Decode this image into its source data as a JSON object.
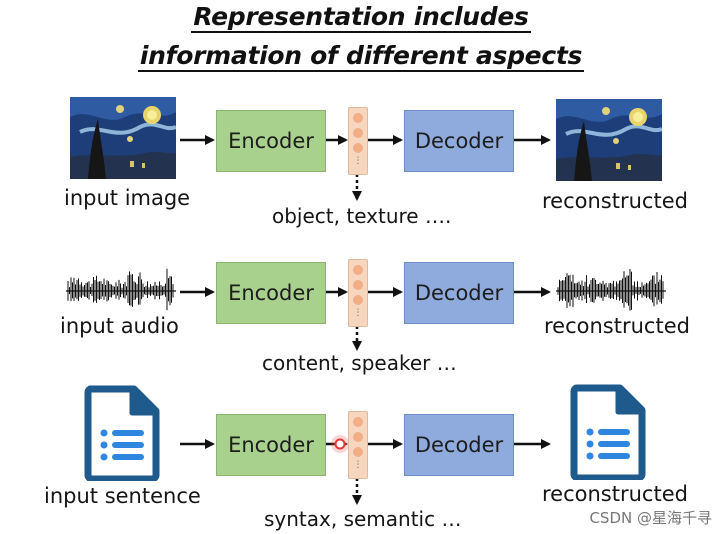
{
  "title": {
    "line1": "Representation includes",
    "line2": "information of different aspects"
  },
  "rows": [
    {
      "input_label": "input image",
      "encoder_label": "Encoder",
      "decoder_label": "Decoder",
      "output_label": "reconstructed",
      "caption": "object, texture …."
    },
    {
      "input_label": "input audio",
      "encoder_label": "Encoder",
      "decoder_label": "Decoder",
      "output_label": "reconstructed",
      "caption": "content, speaker …"
    },
    {
      "input_label": "input sentence",
      "encoder_label": "Encoder",
      "decoder_label": "Decoder",
      "output_label": "reconstructed",
      "caption": "syntax, semantic …"
    }
  ],
  "watermark": "CSDN @星海千寻",
  "colors": {
    "encoder": "#a9d18e",
    "decoder": "#8faadc",
    "code": "#f6d6bf",
    "code_unit": "#f2ae84",
    "doc_icon": "#1f5a8c",
    "highlight": "#e53935"
  },
  "icons": [
    "starry-night-painting",
    "audio-waveform",
    "document-icon"
  ]
}
